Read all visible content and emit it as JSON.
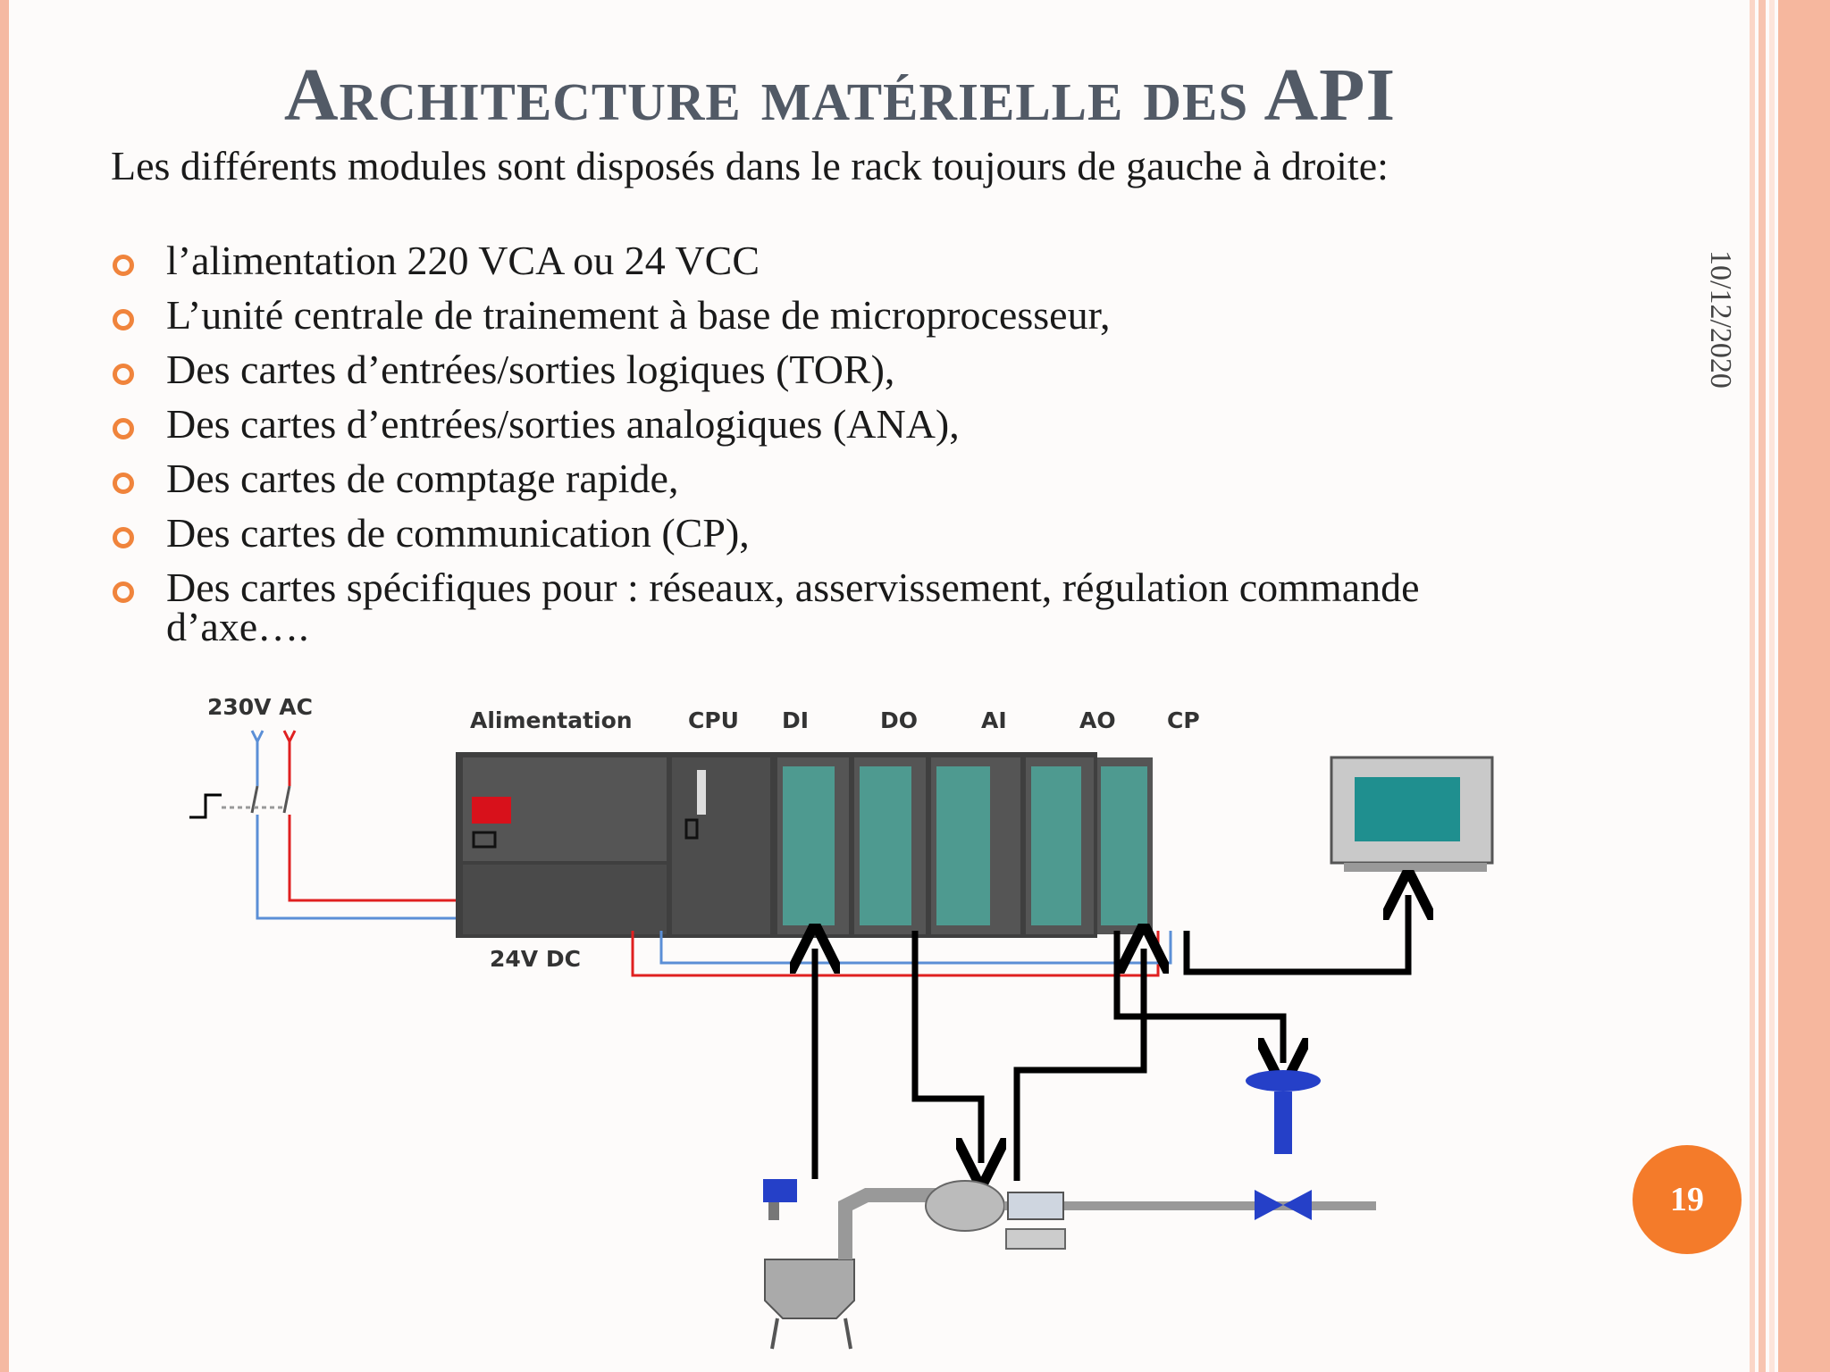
{
  "slide": {
    "title": "Architecture matérielle des API",
    "intro": "Les différents modules sont disposés dans le rack toujours de gauche à droite:",
    "bullets": [
      "l’alimentation 220 VCA ou 24 VCC",
      "L’unité centrale de trainement à base de microprocesseur,",
      "Des cartes d’entrées/sorties logiques (TOR),",
      "Des cartes d’entrées/sorties analogiques (ANA),",
      "Des cartes de comptage rapide,",
      "Des cartes de communication (CP),",
      "Des cartes spécifiques pour : réseaux, asservissement, régulation commande d’axe…."
    ],
    "bullet_icon": "circle-bullet-icon",
    "date": "10/12/2020",
    "page_number": "19"
  },
  "diagram": {
    "supply_label": "230V AC",
    "dc_label": "24V DC",
    "module_labels": [
      "Alimentation",
      "CPU",
      "DI",
      "DO",
      "AI",
      "AO",
      "CP"
    ]
  },
  "colors": {
    "title": "#525a66",
    "bullet": "#f0843c",
    "page_badge": "#f47b2a",
    "border": "#f6b79e",
    "wire_red": "#e02020",
    "wire_blue": "#5b8fd6",
    "module_green": "#4e9a90"
  }
}
